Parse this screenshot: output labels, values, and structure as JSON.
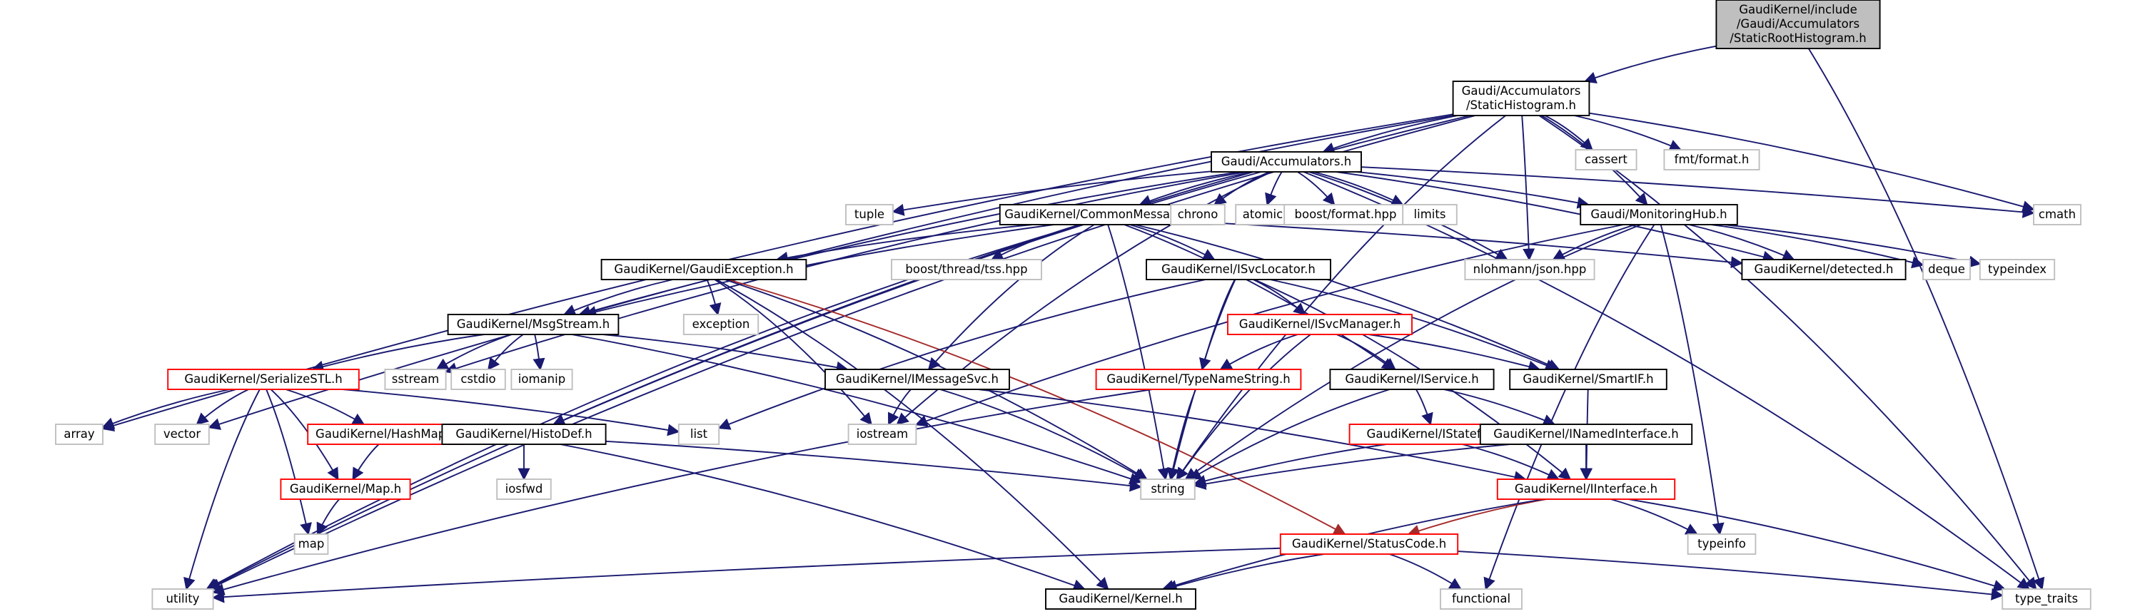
{
  "graph": {
    "type": "include-dependency-graph",
    "colors": {
      "root_fill": "#bfbfbf",
      "root_stroke": "#000000",
      "documented_stroke": "#000000",
      "truncated_stroke": "#ff0000",
      "external_stroke": "#bfbfbf",
      "external_text": "#404040",
      "edge": "#191970",
      "edge_alt": "#a52a2a"
    },
    "nodes": [
      {
        "id": "root",
        "lines": [
          "GaudiKernel/include",
          "/Gaudi/Accumulators",
          "/StaticRootHistogram.h"
        ],
        "kind": "root"
      },
      {
        "id": "statichist",
        "lines": [
          "Gaudi/Accumulators",
          "/StaticHistogram.h"
        ],
        "kind": "doc"
      },
      {
        "id": "accum",
        "lines": [
          "Gaudi/Accumulators.h"
        ],
        "kind": "doc"
      },
      {
        "id": "cassert",
        "lines": [
          "cassert"
        ],
        "kind": "ext"
      },
      {
        "id": "fmtformat",
        "lines": [
          "fmt/format.h"
        ],
        "kind": "ext"
      },
      {
        "id": "cmath",
        "lines": [
          "cmath"
        ],
        "kind": "ext"
      },
      {
        "id": "tuple",
        "lines": [
          "tuple"
        ],
        "kind": "ext"
      },
      {
        "id": "commsg",
        "lines": [
          "GaudiKernel/CommonMessaging.h"
        ],
        "kind": "doc"
      },
      {
        "id": "chrono",
        "lines": [
          "chrono"
        ],
        "kind": "ext"
      },
      {
        "id": "atomic",
        "lines": [
          "atomic"
        ],
        "kind": "ext"
      },
      {
        "id": "boostformat",
        "lines": [
          "boost/format.hpp"
        ],
        "kind": "ext"
      },
      {
        "id": "limits",
        "lines": [
          "limits"
        ],
        "kind": "ext"
      },
      {
        "id": "monhub",
        "lines": [
          "Gaudi/MonitoringHub.h"
        ],
        "kind": "doc"
      },
      {
        "id": "gaudiexc",
        "lines": [
          "GaudiKernel/GaudiException.h"
        ],
        "kind": "doc"
      },
      {
        "id": "boosttss",
        "lines": [
          "boost/thread/tss.hpp"
        ],
        "kind": "ext"
      },
      {
        "id": "isvcloc",
        "lines": [
          "GaudiKernel/ISvcLocator.h"
        ],
        "kind": "doc"
      },
      {
        "id": "json",
        "lines": [
          "nlohmann/json.hpp"
        ],
        "kind": "ext"
      },
      {
        "id": "detected",
        "lines": [
          "GaudiKernel/detected.h"
        ],
        "kind": "doc"
      },
      {
        "id": "deque",
        "lines": [
          "deque"
        ],
        "kind": "ext"
      },
      {
        "id": "typeindex",
        "lines": [
          "typeindex"
        ],
        "kind": "ext"
      },
      {
        "id": "exception",
        "lines": [
          "exception"
        ],
        "kind": "ext"
      },
      {
        "id": "msgstream",
        "lines": [
          "GaudiKernel/MsgStream.h"
        ],
        "kind": "doc"
      },
      {
        "id": "isvcmgr",
        "lines": [
          "GaudiKernel/ISvcManager.h"
        ],
        "kind": "trunc"
      },
      {
        "id": "serializestl",
        "lines": [
          "GaudiKernel/SerializeSTL.h"
        ],
        "kind": "trunc"
      },
      {
        "id": "sstream",
        "lines": [
          "sstream"
        ],
        "kind": "ext"
      },
      {
        "id": "cstdio",
        "lines": [
          "cstdio"
        ],
        "kind": "ext"
      },
      {
        "id": "iomanip",
        "lines": [
          "iomanip"
        ],
        "kind": "ext"
      },
      {
        "id": "imsgsvc",
        "lines": [
          "GaudiKernel/IMessageSvc.h"
        ],
        "kind": "doc"
      },
      {
        "id": "typenamestr",
        "lines": [
          "GaudiKernel/TypeNameString.h"
        ],
        "kind": "trunc"
      },
      {
        "id": "iservice",
        "lines": [
          "GaudiKernel/IService.h"
        ],
        "kind": "doc"
      },
      {
        "id": "smartif",
        "lines": [
          "GaudiKernel/SmartIF.h"
        ],
        "kind": "doc"
      },
      {
        "id": "array",
        "lines": [
          "array"
        ],
        "kind": "ext"
      },
      {
        "id": "vector",
        "lines": [
          "vector"
        ],
        "kind": "ext"
      },
      {
        "id": "hashmap",
        "lines": [
          "GaudiKernel/HashMap.h"
        ],
        "kind": "trunc"
      },
      {
        "id": "histodef",
        "lines": [
          "GaudiKernel/HistoDef.h"
        ],
        "kind": "doc"
      },
      {
        "id": "list",
        "lines": [
          "list"
        ],
        "kind": "ext"
      },
      {
        "id": "iostream",
        "lines": [
          "iostream"
        ],
        "kind": "ext"
      },
      {
        "id": "istateful",
        "lines": [
          "GaudiKernel/IStateful.h"
        ],
        "kind": "trunc"
      },
      {
        "id": "inamediface",
        "lines": [
          "GaudiKernel/INamedInterface.h"
        ],
        "kind": "doc"
      },
      {
        "id": "map_h",
        "lines": [
          "GaudiKernel/Map.h"
        ],
        "kind": "trunc"
      },
      {
        "id": "iosfwd",
        "lines": [
          "iosfwd"
        ],
        "kind": "ext"
      },
      {
        "id": "string",
        "lines": [
          "string"
        ],
        "kind": "ext"
      },
      {
        "id": "iinterface",
        "lines": [
          "GaudiKernel/IInterface.h"
        ],
        "kind": "trunc"
      },
      {
        "id": "map",
        "lines": [
          "map"
        ],
        "kind": "ext"
      },
      {
        "id": "typeinfo",
        "lines": [
          "typeinfo"
        ],
        "kind": "ext"
      },
      {
        "id": "statuscode",
        "lines": [
          "GaudiKernel/StatusCode.h"
        ],
        "kind": "trunc"
      },
      {
        "id": "utility",
        "lines": [
          "utility"
        ],
        "kind": "ext"
      },
      {
        "id": "functional",
        "lines": [
          "functional"
        ],
        "kind": "ext"
      },
      {
        "id": "kernel",
        "lines": [
          "GaudiKernel/Kernel.h"
        ],
        "kind": "doc"
      },
      {
        "id": "typetraits",
        "lines": [
          "type_traits"
        ],
        "kind": "ext"
      }
    ],
    "edges": [
      [
        "root",
        "statichist"
      ],
      [
        "root",
        "typetraits"
      ],
      [
        "statichist",
        "accum"
      ],
      [
        "statichist",
        "cassert"
      ],
      [
        "statichist",
        "fmtformat"
      ],
      [
        "statichist",
        "cmath"
      ],
      [
        "statichist",
        "monhub"
      ],
      [
        "statichist",
        "json"
      ],
      [
        "statichist",
        "typetraits"
      ],
      [
        "statichist",
        "utility"
      ],
      [
        "statichist",
        "array"
      ],
      [
        "statichist",
        "vector"
      ],
      [
        "statichist",
        "histodef"
      ],
      [
        "statichist",
        "string"
      ],
      [
        "accum",
        "tuple"
      ],
      [
        "accum",
        "commsg"
      ],
      [
        "accum",
        "chrono"
      ],
      [
        "accum",
        "atomic"
      ],
      [
        "accum",
        "boostformat"
      ],
      [
        "accum",
        "limits"
      ],
      [
        "accum",
        "monhub"
      ],
      [
        "accum",
        "json"
      ],
      [
        "accum",
        "detected"
      ],
      [
        "accum",
        "cmath"
      ],
      [
        "accum",
        "typetraits"
      ],
      [
        "accum",
        "msgstream"
      ],
      [
        "accum",
        "sstream"
      ],
      [
        "accum",
        "utility"
      ],
      [
        "accum",
        "iostream"
      ],
      [
        "commsg",
        "gaudiexc"
      ],
      [
        "commsg",
        "boosttss"
      ],
      [
        "commsg",
        "isvcloc"
      ],
      [
        "commsg",
        "msgstream"
      ],
      [
        "commsg",
        "imsgsvc"
      ],
      [
        "commsg",
        "iservice"
      ],
      [
        "commsg",
        "smartif"
      ],
      [
        "commsg",
        "detected"
      ],
      [
        "commsg",
        "string"
      ],
      [
        "commsg",
        "utility"
      ],
      [
        "monhub",
        "json"
      ],
      [
        "monhub",
        "detected"
      ],
      [
        "monhub",
        "deque"
      ],
      [
        "monhub",
        "typeindex"
      ],
      [
        "monhub",
        "typeinfo"
      ],
      [
        "monhub",
        "functional"
      ],
      [
        "monhub",
        "string"
      ],
      [
        "monhub",
        "iostream"
      ],
      [
        "gaudiexc",
        "exception"
      ],
      [
        "gaudiexc",
        "msgstream"
      ],
      [
        "gaudiexc",
        "statuscode"
      ],
      [
        "gaudiexc",
        "string"
      ],
      [
        "gaudiexc",
        "iostream"
      ],
      [
        "gaudiexc",
        "kernel"
      ],
      [
        "isvcloc",
        "isvcmgr"
      ],
      [
        "isvcloc",
        "typenamestr"
      ],
      [
        "isvcloc",
        "smartif"
      ],
      [
        "isvcloc",
        "iinterface"
      ],
      [
        "isvcloc",
        "string"
      ],
      [
        "isvcloc",
        "list"
      ],
      [
        "isvcmgr",
        "typenamestr"
      ],
      [
        "isvcmgr",
        "iservice"
      ],
      [
        "isvcmgr",
        "smartif"
      ],
      [
        "isvcmgr",
        "string"
      ],
      [
        "msgstream",
        "serializestl"
      ],
      [
        "msgstream",
        "sstream"
      ],
      [
        "msgstream",
        "cstdio"
      ],
      [
        "msgstream",
        "iomanip"
      ],
      [
        "msgstream",
        "imsgsvc"
      ],
      [
        "msgstream",
        "string"
      ],
      [
        "serializestl",
        "array"
      ],
      [
        "serializestl",
        "vector"
      ],
      [
        "serializestl",
        "hashmap"
      ],
      [
        "serializestl",
        "map_h"
      ],
      [
        "serializestl",
        "map"
      ],
      [
        "serializestl",
        "utility"
      ],
      [
        "serializestl",
        "list"
      ],
      [
        "imsgsvc",
        "iostream"
      ],
      [
        "imsgsvc",
        "string"
      ],
      [
        "imsgsvc",
        "iinterface"
      ],
      [
        "typenamestr",
        "string"
      ],
      [
        "typenamestr",
        "utility"
      ],
      [
        "iservice",
        "istateful"
      ],
      [
        "iservice",
        "inamediface"
      ],
      [
        "iservice",
        "string"
      ],
      [
        "smartif",
        "iinterface"
      ],
      [
        "hashmap",
        "map_h"
      ],
      [
        "map_h",
        "map"
      ],
      [
        "histodef",
        "iosfwd"
      ],
      [
        "histodef",
        "string"
      ],
      [
        "histodef",
        "kernel"
      ],
      [
        "istateful",
        "iinterface"
      ],
      [
        "istateful",
        "string"
      ],
      [
        "inamediface",
        "iinterface"
      ],
      [
        "inamediface",
        "string"
      ],
      [
        "iinterface",
        "statuscode"
      ],
      [
        "iinterface",
        "typeinfo"
      ],
      [
        "iinterface",
        "kernel"
      ],
      [
        "iinterface",
        "typetraits"
      ],
      [
        "statuscode",
        "utility"
      ],
      [
        "statuscode",
        "functional"
      ],
      [
        "statuscode",
        "kernel"
      ],
      [
        "statuscode",
        "typetraits"
      ]
    ],
    "red_edges": [
      [
        "gaudiexc",
        "statuscode"
      ],
      [
        "iinterface",
        "statuscode"
      ]
    ]
  }
}
